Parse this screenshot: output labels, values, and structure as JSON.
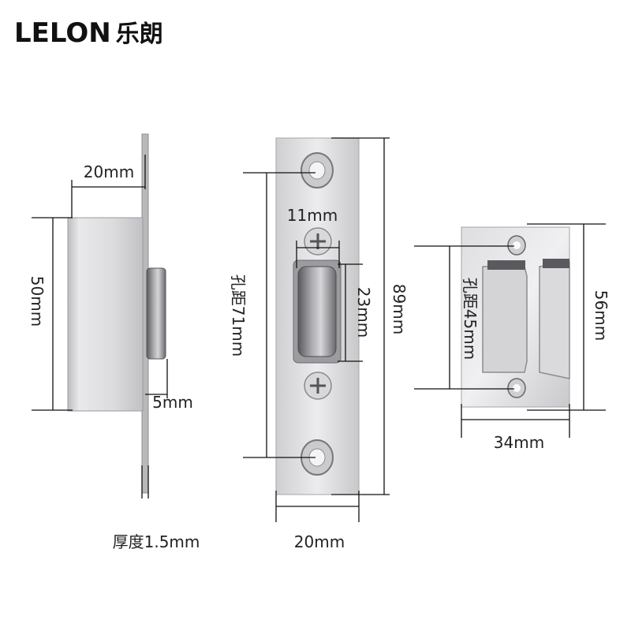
{
  "brand": {
    "name_latin": "LELON",
    "name_cjk": "乐朗"
  },
  "dimensions": {
    "side_view": {
      "top_width": "20mm",
      "height": "50mm",
      "protrusion": "5mm",
      "thickness": "厚度1.5mm"
    },
    "front_plate": {
      "roller_width": "11mm",
      "hole_spacing": "孔距71mm",
      "roller_height": "23mm",
      "total_height": "89mm",
      "plate_width": "20mm"
    },
    "strike_plate": {
      "hole_spacing": "孔距45mm",
      "height": "56mm",
      "width": "34mm"
    }
  },
  "colors": {
    "metal_light": "#e4e4e6",
    "metal_mid": "#c9c9cc",
    "metal_dark": "#8e8e92",
    "line": "#111111",
    "text": "#222222"
  }
}
